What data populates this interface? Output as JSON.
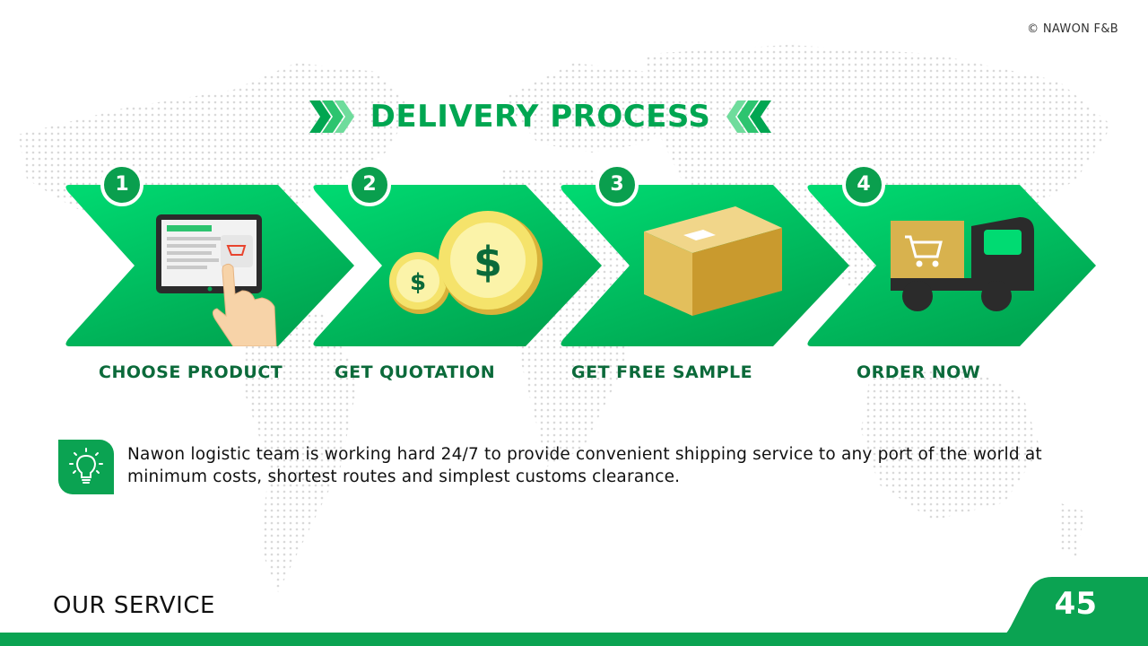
{
  "copyright": "© NAWON F&B",
  "title": "DELIVERY PROCESS",
  "steps": [
    {
      "number": "1",
      "label": "CHOOSE PRODUCT"
    },
    {
      "number": "2",
      "label": "GET QUOTATION"
    },
    {
      "number": "3",
      "label": "GET FREE SAMPLE"
    },
    {
      "number": "4",
      "label": "ORDER NOW"
    }
  ],
  "tip": {
    "icon": "lightbulb-icon",
    "text": "Nawon logistic team is working hard 24/7 to provide convenient shipping service to any port of the world at minimum costs, shortest routes and simplest customs clearance."
  },
  "footer": {
    "title": "OUR SERVICE",
    "page_number": "45"
  },
  "colors": {
    "accent": "#00A651",
    "dark_green": "#0b6a3a",
    "light_green": "#00DB72"
  }
}
